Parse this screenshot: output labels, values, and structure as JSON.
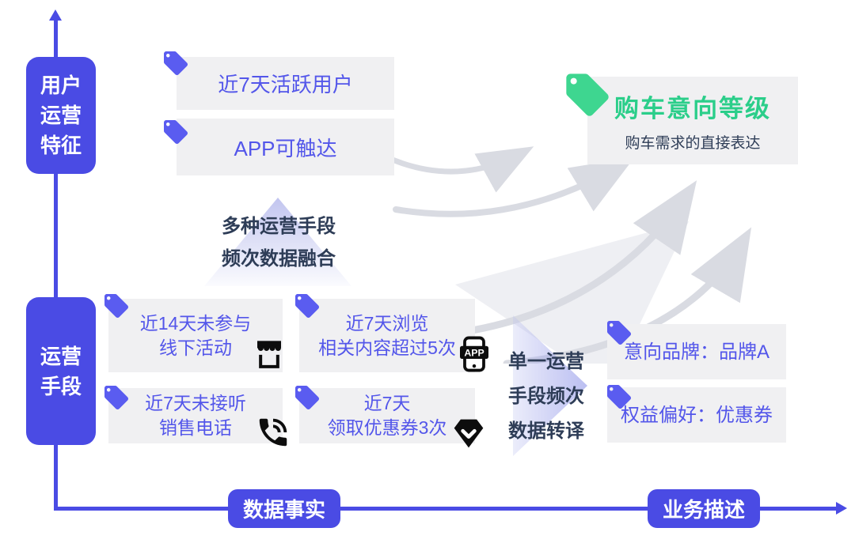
{
  "colors": {
    "primary_blue": "#4a4be4",
    "tag_blue": "#5a5cf0",
    "text_blue": "#5356ea",
    "box_gray": "#f0f0f2",
    "green": "#3ed690",
    "green_text": "#2bce8a",
    "navy_text": "#2e3d57",
    "icon_black": "#0d0d0d",
    "swoosh_gray": "#d9dbe2"
  },
  "axis": {
    "top_label": {
      "lines": [
        "用户",
        "运营",
        "特征"
      ]
    },
    "bottom_label": {
      "lines": [
        "运营",
        "手段"
      ]
    },
    "x_left_button": "数据事实",
    "x_right_button": "业务描述"
  },
  "top_features": [
    {
      "label": "近7天活跃用户"
    },
    {
      "label": "APP可触达"
    }
  ],
  "fusion_note": {
    "lines": [
      "多种运营手段",
      "频次数据融合"
    ]
  },
  "translate_note": {
    "lines": [
      "单一运营",
      "手段频次",
      "数据转译"
    ]
  },
  "bottom_features": [
    {
      "lines": [
        "近14天未参与",
        "线下活动"
      ],
      "icon": "storefront-icon"
    },
    {
      "lines": [
        "近7天浏览",
        "相关内容超过5次"
      ],
      "icon": "app-icon"
    },
    {
      "lines": [
        "近7天未接听",
        "销售电话"
      ],
      "icon": "phone-icon"
    },
    {
      "lines": [
        "近7天",
        "领取优惠券3次"
      ],
      "icon": "coupon-icon"
    }
  ],
  "result": {
    "title": "购车意向等级",
    "subtitle": "购车需求的直接表达"
  },
  "right_features": [
    {
      "label": "意向品牌：品牌A"
    },
    {
      "label": "权益偏好：优惠券"
    }
  ],
  "icons": {
    "app_label": "APP"
  }
}
